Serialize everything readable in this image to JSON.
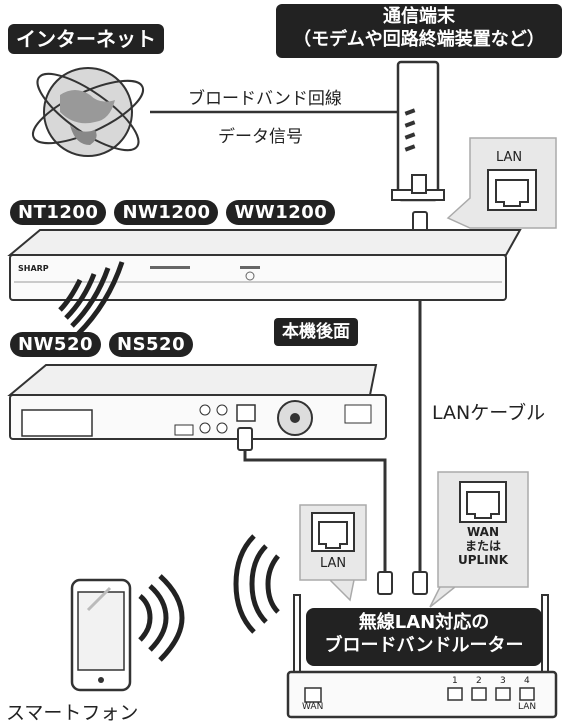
{
  "internet": {
    "label": "インターネット"
  },
  "modem": {
    "title_line1": "通信端末",
    "title_line2": "（モデムや回路終端装置など）"
  },
  "connection": {
    "line_label": "ブロードバンド回線",
    "data_label": "データ信号"
  },
  "ports": {
    "lan_top": "LAN",
    "lan_left": "LAN",
    "wan_line1": "WAN",
    "wan_line2": "または",
    "wan_line3": "UPLINK"
  },
  "models": {
    "top": [
      "NT1200",
      "NW1200",
      "WW1200"
    ],
    "bottom": [
      "NW520",
      "NS520"
    ]
  },
  "rear_label": "本機後面",
  "cable_label": "LANケーブル",
  "router": {
    "title_line1": "無線LAN対応の",
    "title_line2": "ブロードバンドルーター",
    "port_wan": "WAN",
    "port_lan": "LAN",
    "port_numbers": [
      "1",
      "2",
      "3",
      "4"
    ]
  },
  "smartphone": {
    "label": "スマートフォン"
  },
  "device_brand": "SHARP"
}
